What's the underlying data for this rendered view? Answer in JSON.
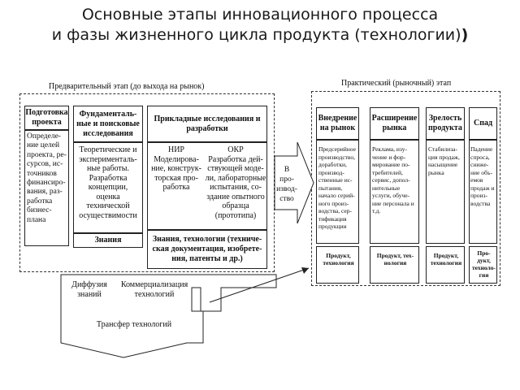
{
  "title": {
    "line1": "Основные этапы инновационного процесса",
    "line2": "и фазы жизненного цикла продукта  (технологии)",
    "paren": ")"
  },
  "stages": {
    "prelim_label": "Предварительный этап (до выхода на рынок)",
    "practical_label": "Практический (рыночный) этап"
  },
  "left": {
    "col1": {
      "header": "Подготовка проекта",
      "body": "Определе-ние целей проекта, ре-сурсов, ис-точников финансиро-вания, раз-работка бизнес-плана"
    },
    "col2": {
      "header": "Фундаменталь-ные и поисковые исследования",
      "body": "Теоретические и эксперименталь-ные работы. Разработка концепции, оценка технической осуществимости",
      "footer": "Знания"
    },
    "col3": {
      "header": "Прикладные исследования и разработки",
      "nir_title": "НИР",
      "nir_body": "Моделирова-ние, конструк-торская про-работка",
      "okr_title": "ОКР",
      "okr_body": "Разработка дей-ствующей моде-ли, лабораторные испытания, со-здание опытного образца (прототипа)",
      "footer": "Знания, технологии (техниче-ская документация, изобрете-ния, патенты и др.)"
    }
  },
  "arrow_text": "В про-извод-ство",
  "right": {
    "cols": [
      {
        "header": "Внедрение на рынок",
        "body": "Предсерийное производство, доработки, производ-ственные ис-пытания, начало серий-ного произ-водства, сер-тификация продукции",
        "product": "Продукт, технология"
      },
      {
        "header": "Расширение рынка",
        "body": "Реклама, изу-чение и фор-мирование по-требителей, сервис, допол-нительные услуги, обуче-ние персонала и т.д.",
        "product": "Продукт, тех-нология"
      },
      {
        "header": "Зрелость продукта",
        "body": "Стабилиза-ция продаж, насыщение рынка",
        "product": "Продукт, технология"
      },
      {
        "header": "Спад",
        "body": "Падение спроса, сниже-ние объ-емов продаж и произ-водства",
        "product": "Про-дукт, техноло-гия"
      }
    ]
  },
  "transfer": {
    "diffusion": "Диффузия знаний",
    "commercialization": "Коммерциализация технологий",
    "label": "Трансфер технологий"
  }
}
